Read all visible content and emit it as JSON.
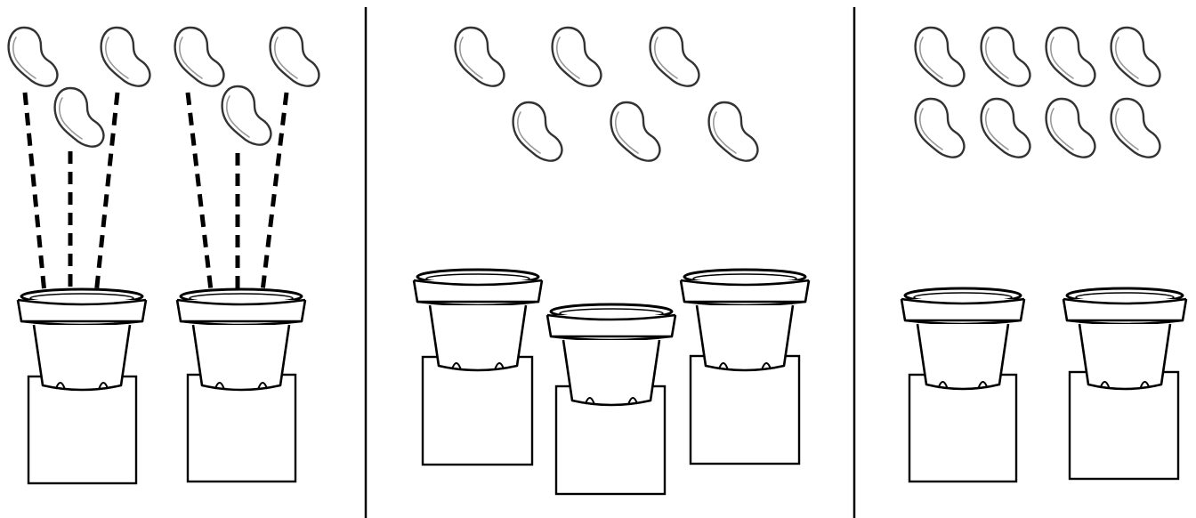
{
  "background": "#ffffff",
  "ink": "#000000",
  "bean_stroke": "#333333",
  "bean_highlight": "#9a9a9a",
  "panels": [
    {
      "name": "panel-1",
      "beans_count": 6,
      "pots_count": 2,
      "dashed_guides": true
    },
    {
      "name": "panel-2",
      "beans_count": 6,
      "pots_count": 3,
      "dashed_guides": false
    },
    {
      "name": "panel-3",
      "beans_count": 8,
      "pots_count": 2,
      "dashed_guides": false
    }
  ],
  "icons": {
    "bean": "bean-icon",
    "pot": "flower-pot-icon",
    "box": "box-stand-icon"
  }
}
